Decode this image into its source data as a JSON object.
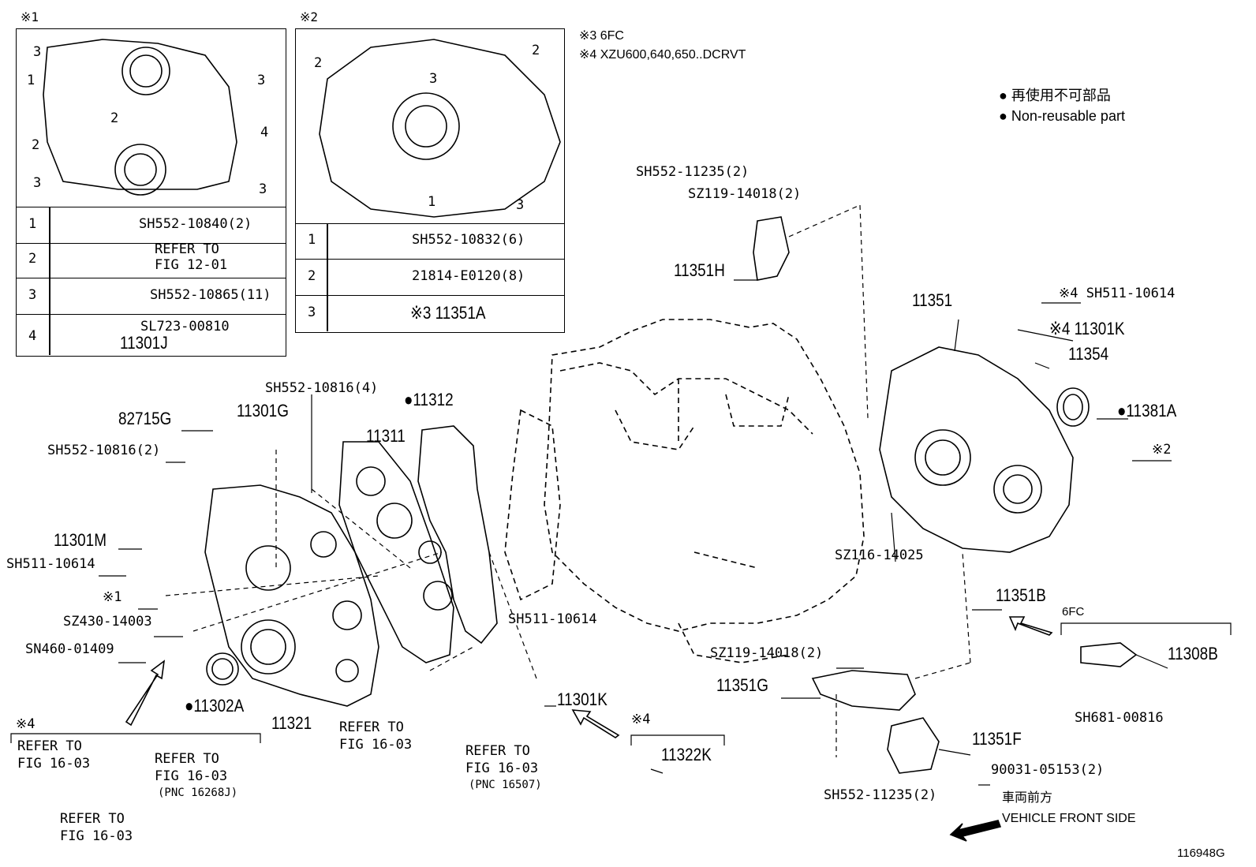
{
  "insets": {
    "inset1": {
      "mark": "※1",
      "rows": [
        {
          "num": "1",
          "part": "SH552-10840(2)"
        },
        {
          "num": "2",
          "part_line1": "REFER TO",
          "part_line2": "FIG 12-01"
        },
        {
          "num": "3",
          "part": "SH552-10865(11)"
        },
        {
          "num": "4",
          "part": "SL723-00810",
          "part_b": "11301J"
        }
      ],
      "callouts": [
        "3",
        "1",
        "2",
        "2",
        "3",
        "3",
        "4",
        "3"
      ]
    },
    "inset2": {
      "mark": "※2",
      "rows": [
        {
          "num": "1",
          "part": "SH552-10832(6)"
        },
        {
          "num": "2",
          "part": "21814-E0120(8)"
        },
        {
          "num": "3",
          "part": "※3 11351A"
        }
      ],
      "callouts": [
        "2",
        "3",
        "2",
        "1",
        "3"
      ]
    }
  },
  "notes": {
    "note3": "※3 6FC",
    "note4": "※4 XZU600,640,650..DCRVT"
  },
  "legend": {
    "line_jp": "● 再使用不可部品",
    "line_en": "● Non-reusable part"
  },
  "labels": {
    "p82715G": "82715G",
    "p11301G": "11301G",
    "sh552_10816_4": "SH552-10816(4)",
    "p11312": "●11312",
    "p11311": "11311",
    "sh552_10816_2": "SH552-10816(2)",
    "p11301M": "11301M",
    "sh511_10614_left": "SH511-10614",
    "mark1": "※1",
    "sz430_14003": "SZ430-14003",
    "sn460_01409": "SN460-01409",
    "p11302A": "●11302A",
    "p11321": "11321",
    "refer_fig1603_a_1": "REFER TO",
    "refer_fig1603_a_2": "FIG 16-03",
    "mark4_left": "※4",
    "refer_b_1": "REFER TO",
    "refer_b_2": "FIG 16-03",
    "refer_c_1": "REFER TO",
    "refer_c_2": "FIG 16-03",
    "refer_c_3": "(PNC 16268J)",
    "refer_d_1": "REFER TO",
    "refer_d_2": "FIG 16-03",
    "refer_e_1": "REFER TO",
    "refer_e_2": "FIG 16-03",
    "refer_e_3": "(PNC 16507)",
    "sh511_10614_mid": "SH511-10614",
    "p11301K_mid": "11301K",
    "mark4_mid": "※4",
    "p11322K": "11322K",
    "sh552_11235_top": "SH552-11235(2)",
    "sz119_14018_top": "SZ119-14018(2)",
    "p11351H": "11351H",
    "p11351": "11351",
    "sh511_10614_right": "※4 SH511-10614",
    "p11301K_right": "※4 11301K",
    "p11354": "11354",
    "p11381A": "●11381A",
    "mark2_right": "※2",
    "sz116_14025": "SZ116-14025",
    "p11351B": "11351B",
    "sixfc": "6FC",
    "p11308B": "11308B",
    "sh681_00816": "SH681-00816",
    "sz119_14018_bot": "SZ119-14018(2)",
    "p11351G": "11351G",
    "p11351F": "11351F",
    "p90031": "90031-05153(2)",
    "sh552_11235_bot": "SH552-11235(2)",
    "front_jp": "車両前方",
    "front_en": "VEHICLE FRONT SIDE",
    "fig_id": "116948G"
  }
}
